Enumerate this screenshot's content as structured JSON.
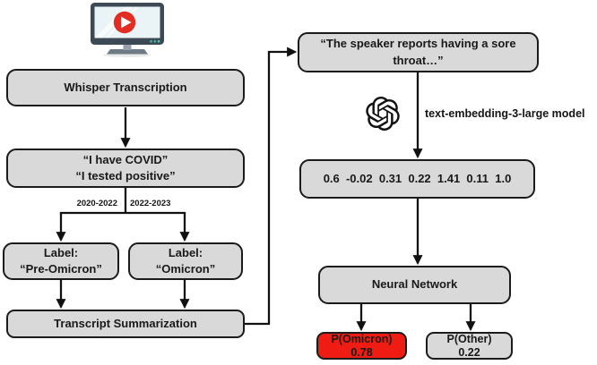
{
  "figure": {
    "colors": {
      "box_fill": "#d9d9d9",
      "box_border": "#1b1b1b",
      "highlight_red": "#ee1c12",
      "arrow_black": "#111111",
      "monitor_frame": "#3d4a55",
      "monitor_screen": "#eaf3f6",
      "play_button_red": "#e12d23",
      "monitor_dot_teal": "#3bbfa0"
    },
    "icons": {
      "video": "video-monitor-play-icon",
      "openai": "openai-logo-icon"
    }
  },
  "left_column": {
    "whisper": "Whisper Transcription",
    "covid_quote_1": "“I have COVID”",
    "covid_quote_2": "“I tested positive”",
    "era_left": "2020-2022",
    "era_right": "2022-2023",
    "label_pre_omicron_1": "Label:",
    "label_pre_omicron_2": "“Pre-Omicron”",
    "label_omicron_1": "Label:",
    "label_omicron_2": "“Omicron”",
    "transcript": "Transcript Summarization"
  },
  "right_column": {
    "summary_1": "“The speaker reports having a sore",
    "summary_2": "throat…”",
    "embedding_model": "text-embedding-3-large model",
    "embedding_vector": "0.6  -0.02  0.31  0.22  1.41  0.11  1.0",
    "neural_network": "Neural Network",
    "p_omicron_label": "P(Omicron)",
    "p_omicron_value": "0.78",
    "p_other_label": "P(Other)",
    "p_other_value": "0.22"
  }
}
